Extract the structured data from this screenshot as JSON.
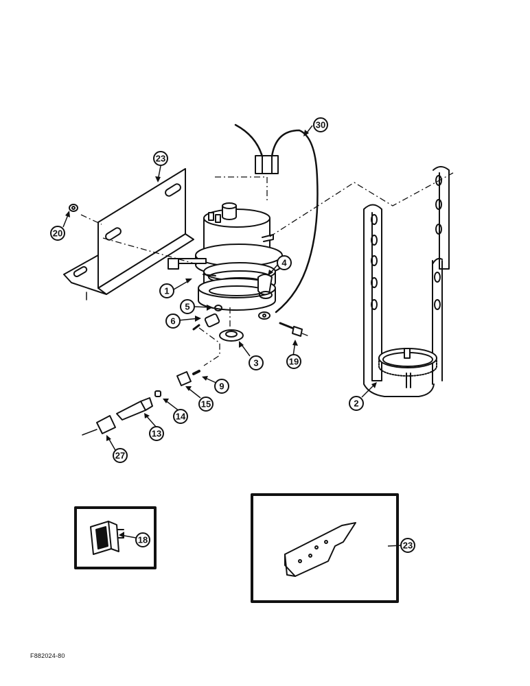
{
  "figure_code": "F882024-80",
  "callouts": {
    "c1": "1",
    "c2": "2",
    "c3": "3",
    "c4": "4",
    "c5": "5",
    "c6": "6",
    "c9": "9",
    "c13": "13",
    "c14": "14",
    "c15": "15",
    "c18": "18",
    "c19": "19",
    "c20": "20",
    "c23a": "23",
    "c23b": "23",
    "c27": "27",
    "c30": "30"
  },
  "colors": {
    "ink": "#111111",
    "paper": "#ffffff"
  }
}
